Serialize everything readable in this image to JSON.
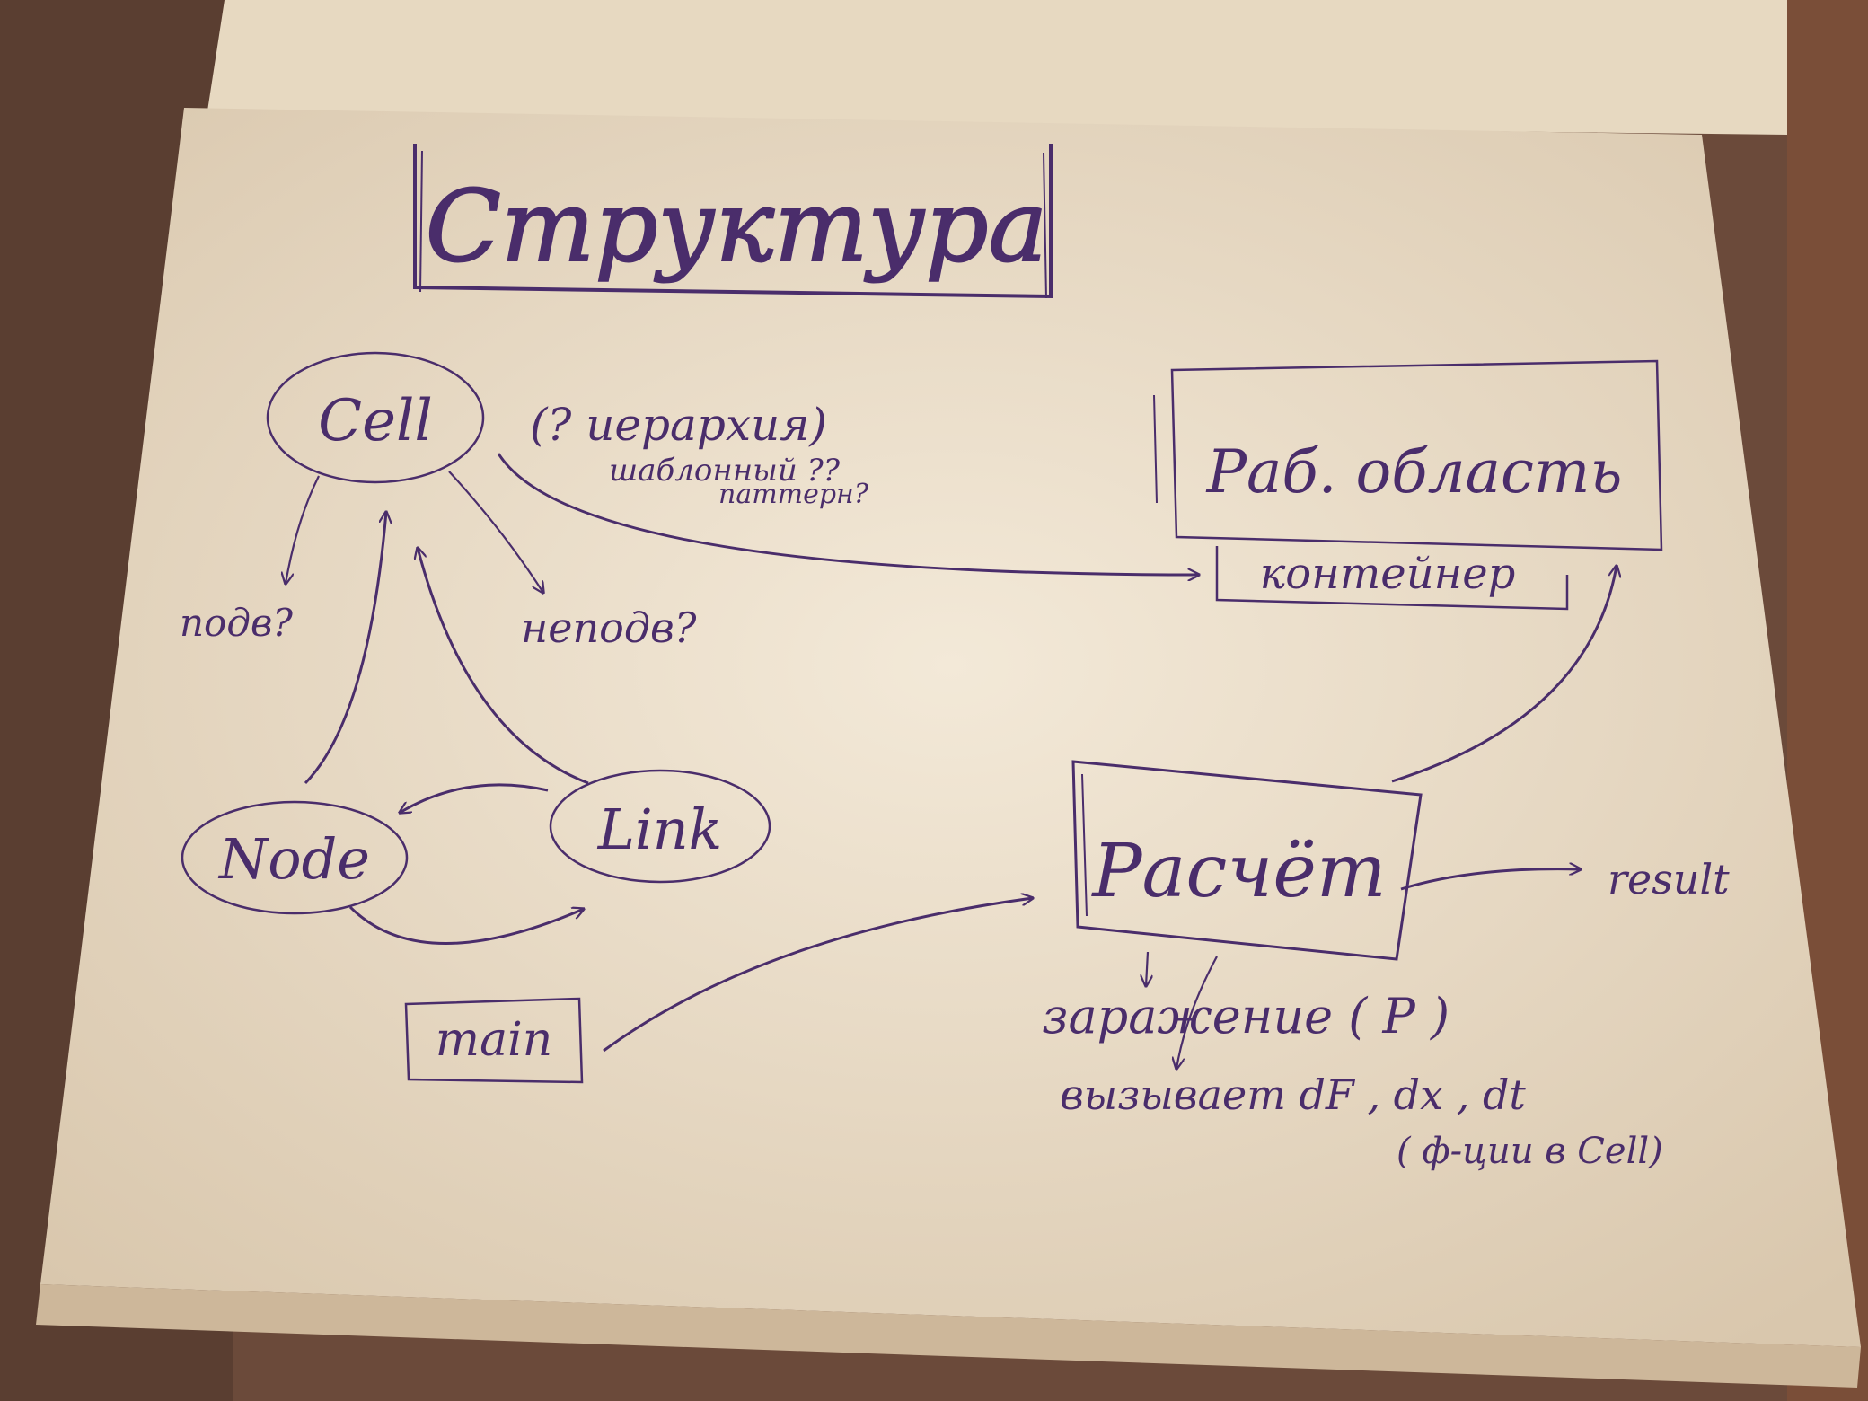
{
  "title": "Структура",
  "nodes": {
    "cell": "Cell",
    "node": "Node",
    "link": "Link",
    "main": "main",
    "work_area": "Раб. область",
    "container": "контейнер",
    "calc": "Расчёт"
  },
  "notes": {
    "hierarchy": "(? иерархия)",
    "pattern_1": "шаблонный ??",
    "pattern_2": "паттерн?",
    "movable": "подв?",
    "immovable": "неподв?",
    "result": "result",
    "infection": "заражение ( P )",
    "calls": "вызывает  dF , dx , dt",
    "funcs": "( ф-ции в Cell)"
  },
  "colors": {
    "ink": "#4a2d6b",
    "paper": "#efe3cf",
    "table": "#6b4a3a"
  }
}
